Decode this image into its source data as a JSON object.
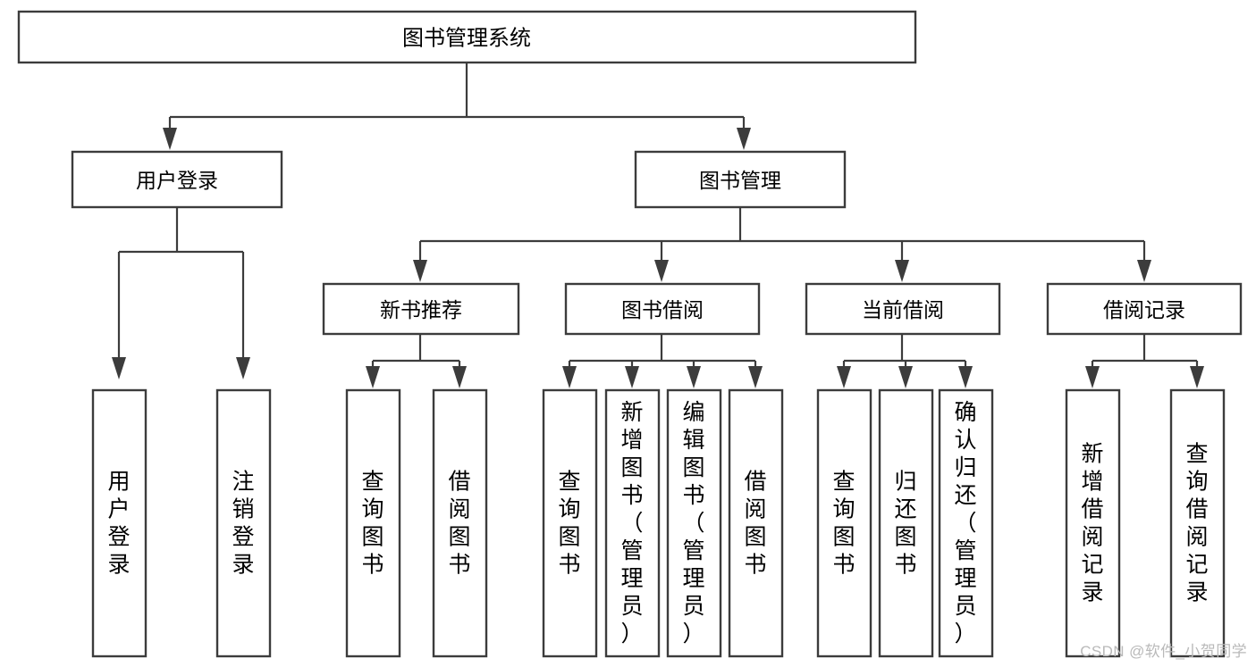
{
  "diagram": {
    "title": "图书管理系统",
    "type": "tree-hierarchy-chart",
    "watermark": "CSDN @软件_小贺同学",
    "colors": {
      "background": "#ffffff",
      "box_stroke": "#3c3c3c",
      "box_fill": "#ffffff",
      "text": "#000000",
      "connector": "#3c3c3c",
      "watermark": "#b9b9b9"
    },
    "root": {
      "id": "root",
      "label": "图书管理系统"
    },
    "level1": [
      {
        "id": "user-login",
        "label": "用户登录"
      },
      {
        "id": "book-manage",
        "label": "图书管理"
      }
    ],
    "level2": [
      {
        "id": "new-book-recommend",
        "label": "新书推荐"
      },
      {
        "id": "book-borrow",
        "label": "图书借阅"
      },
      {
        "id": "current-borrow",
        "label": "当前借阅"
      },
      {
        "id": "borrow-record",
        "label": "借阅记录"
      }
    ],
    "leaves": {
      "user_login": [
        {
          "id": "leaf-user-login",
          "label": "用户登录"
        },
        {
          "id": "leaf-logout-login",
          "label": "注销登录"
        }
      ],
      "new_book_recommend": [
        {
          "id": "leaf-query-book-1",
          "label": "查询图书"
        },
        {
          "id": "leaf-borrow-book-1",
          "label": "借阅图书"
        }
      ],
      "book_borrow": [
        {
          "id": "leaf-query-book-2",
          "label": "查询图书"
        },
        {
          "id": "leaf-add-book",
          "label": "新增图书（管理员）"
        },
        {
          "id": "leaf-edit-book",
          "label": "编辑图书（管理员）"
        },
        {
          "id": "leaf-borrow-book-2",
          "label": "借阅图书"
        }
      ],
      "current_borrow": [
        {
          "id": "leaf-query-book-3",
          "label": "查询图书"
        },
        {
          "id": "leaf-return-book",
          "label": "归还图书"
        },
        {
          "id": "leaf-confirm-return",
          "label": "确认归还（管理员）"
        }
      ],
      "borrow_record": [
        {
          "id": "leaf-add-borrow-record",
          "label": "新增借阅记录"
        },
        {
          "id": "leaf-query-borrow-record",
          "label": "查询借阅记录"
        }
      ]
    }
  }
}
